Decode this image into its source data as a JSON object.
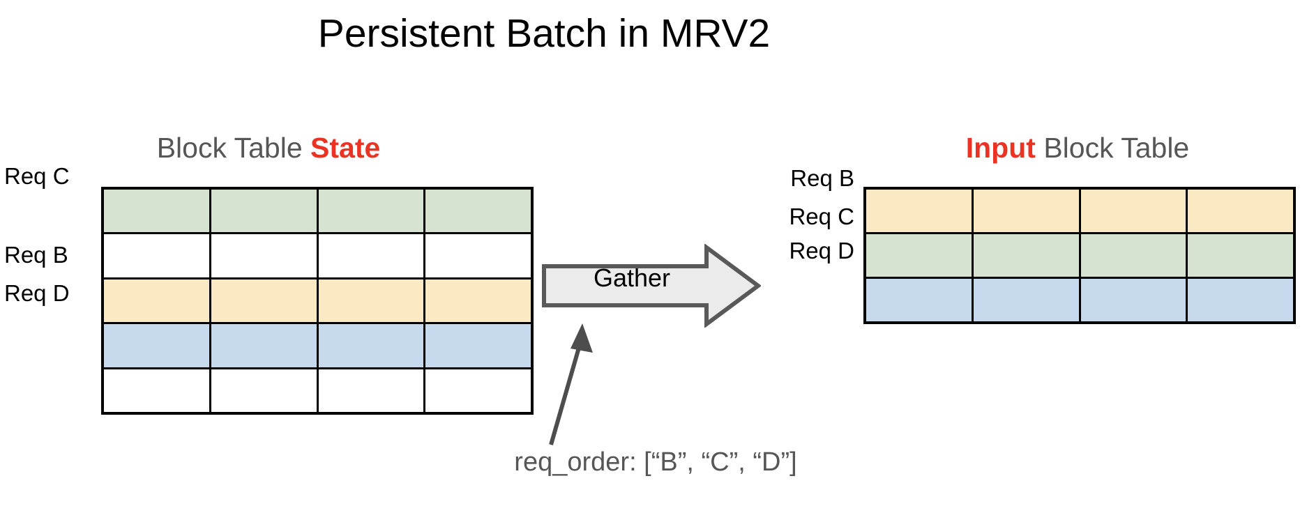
{
  "title": "Persistent Batch in MRV2",
  "headings": {
    "left": {
      "plain_prefix": "Block Table ",
      "accent": "State",
      "plain_suffix": ""
    },
    "right": {
      "plain_prefix": "",
      "accent": "Input",
      "plain_suffix": " Block Table"
    }
  },
  "colors": {
    "accent_red": "#EA3323",
    "heading_gray": "#565656",
    "green": "#D6E3D0",
    "yellow": "#FBE9C4",
    "blue": "#C6D9ED",
    "blank": "#FFFFFF",
    "grid_line": "#000000",
    "arrow_fill": "#EBEBEB",
    "arrow_stroke": "#595959",
    "pointer": "#4D4D4D"
  },
  "state_table": {
    "columns": 4,
    "rows": [
      {
        "label": "Req C",
        "fill": "green",
        "show_label": true
      },
      {
        "label": "",
        "fill": "blank",
        "show_label": false
      },
      {
        "label": "Req B",
        "fill": "yellow",
        "show_label": true
      },
      {
        "label": "Req D",
        "fill": "blue",
        "show_label": true
      },
      {
        "label": "",
        "fill": "blank",
        "show_label": false
      }
    ]
  },
  "input_table": {
    "columns": 4,
    "rows": [
      {
        "label": "Req B",
        "fill": "yellow",
        "show_label": true
      },
      {
        "label": "Req C",
        "fill": "green",
        "show_label": true
      },
      {
        "label": "Req D",
        "fill": "blue",
        "show_label": true
      }
    ]
  },
  "arrow": {
    "label": "Gather"
  },
  "annotation": {
    "caption": "req_order: [“B”, “C”, “D”]"
  }
}
